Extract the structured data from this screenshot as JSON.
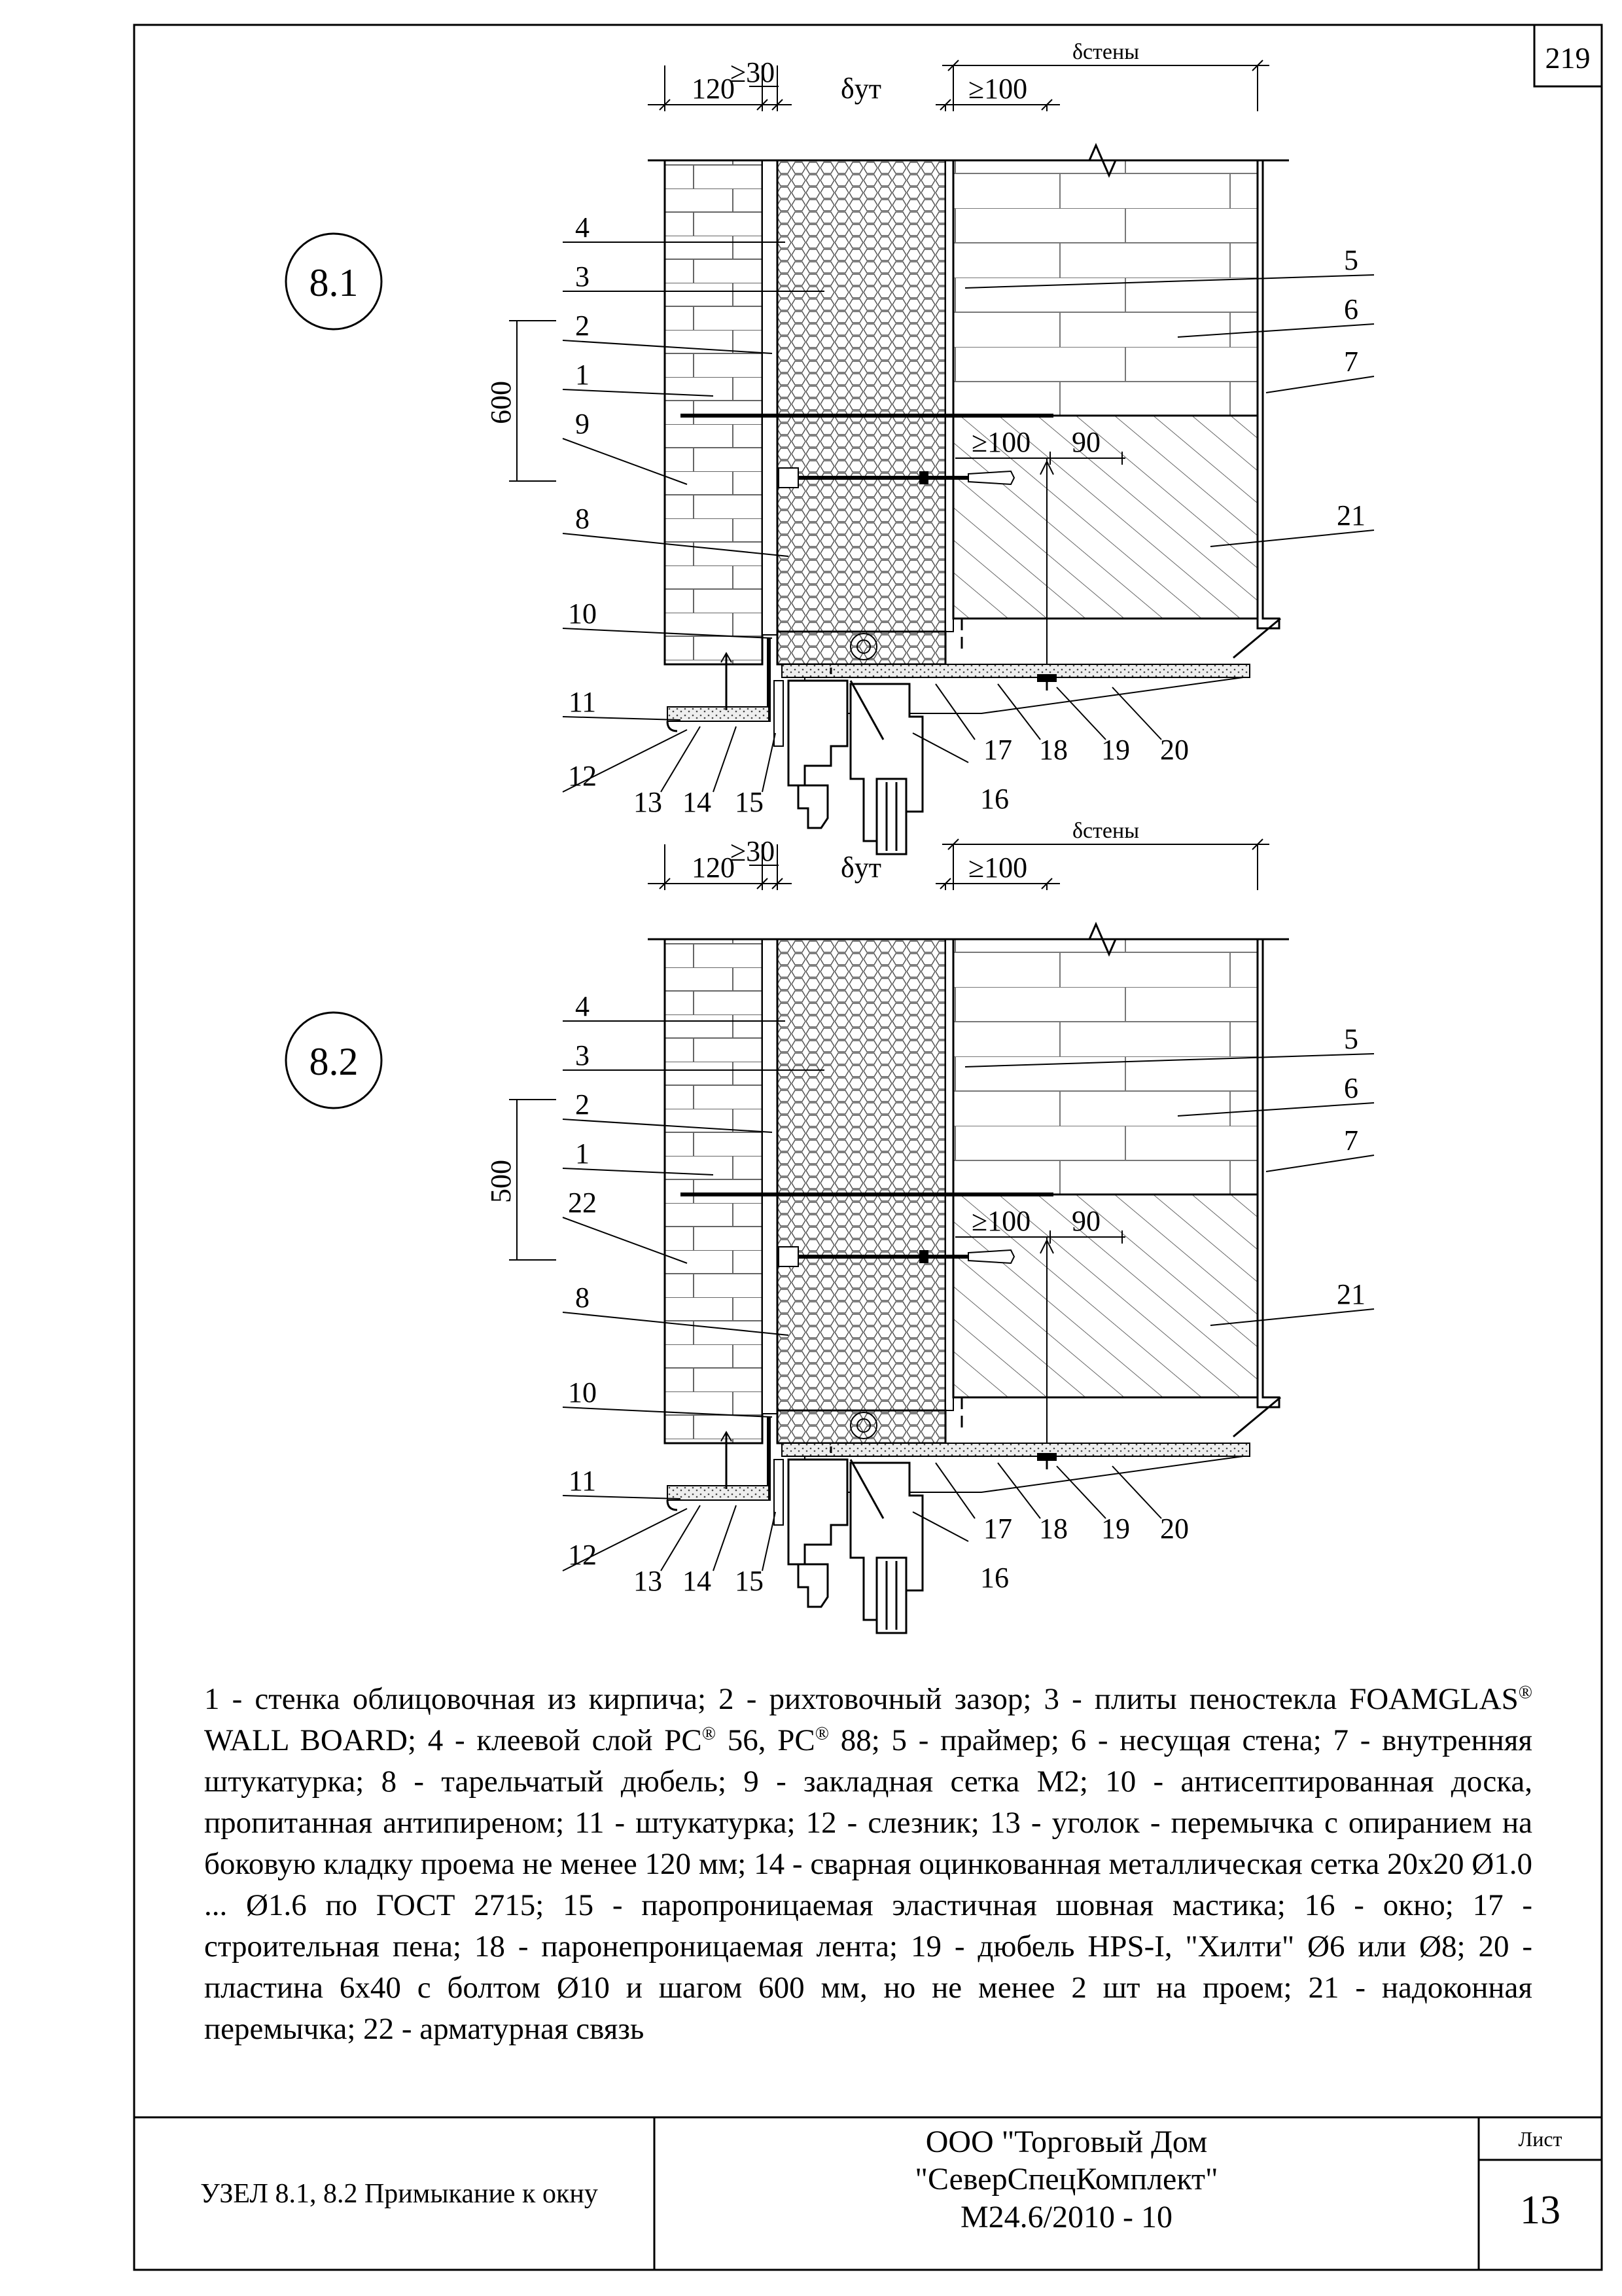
{
  "page_number": "219",
  "details": [
    {
      "id": "8.1",
      "dims": {
        "gap_min": "≥30",
        "brick": "120",
        "insulation": "δут",
        "wall": "δстены",
        "dowel_min": "≥100",
        "dowel_min_lower": "≥100",
        "dowel_edge": "90",
        "height": "600"
      },
      "left_labels": [
        "4",
        "3",
        "2",
        "1",
        "9",
        "8",
        "10",
        "11",
        "12"
      ],
      "right_labels": [
        "5",
        "6",
        "7",
        "21"
      ],
      "bottom_labels": [
        "13",
        "14",
        "15",
        "17",
        "18",
        "19",
        "20",
        "16"
      ]
    },
    {
      "id": "8.2",
      "dims": {
        "gap_min": "≥30",
        "brick": "120",
        "insulation": "δут",
        "wall": "δстены",
        "dowel_min": "≥100",
        "dowel_min_lower": "≥100",
        "dowel_edge": "90",
        "height": "500"
      },
      "left_labels": [
        "4",
        "3",
        "2",
        "1",
        "22",
        "8",
        "10",
        "11",
        "12"
      ],
      "right_labels": [
        "5",
        "6",
        "7",
        "21"
      ],
      "bottom_labels": [
        "13",
        "14",
        "15",
        "17",
        "18",
        "19",
        "20",
        "16"
      ]
    }
  ],
  "legend": {
    "p1": "1 - стенка облицовочная из кирпича; 2 - рихтовочный зазор; 3 - плиты пеностекла FOAMGLAS",
    "sup1": "®",
    "p2": " WALL BOARD; 4 - клеевой слой PC",
    "sup2": "®",
    "p3": " 56, PC",
    "sup3": "®",
    "p4": " 88; 5 - праймер; 6 - несущая стена; 7 - внутренняя штукатурка; 8 - тарельчатый дюбель; 9 - закладная сетка М2; 10 - антисептированная доска, пропитанная антипиреном; 11 - штукатурка; 12 - слезник; 13 - уголок - перемычка с опиранием на боковую кладку проема не менее 120 мм; 14 - сварная оцинкованная металлическая сетка 20х20 Ø1.0 ... Ø1.6 по ГОСТ 2715; 15 - паропроницаемая эластичная шовная мастика; 16 - окно; 17 - строительная пена; 18 - паронепроницаемая лента; 19 - дюбель HPS-I, \"Хилти\" Ø6 или Ø8; 20 - пластина 6х40 с болтом Ø10 и шагом 600 мм, но не менее 2 шт на проем; 21 - надоконная перемычка; 22 - арматурная связь"
  },
  "title_block": {
    "title": "УЗЕЛ  8.1, 8.2 Примыкание к окну",
    "org_line1": "ООО \"Торговый Дом",
    "org_line2": "\"СеверСпецКомплект\"",
    "code": "М24.6/2010 - 10",
    "sheet_label": "Лист",
    "sheet_number": "13"
  }
}
